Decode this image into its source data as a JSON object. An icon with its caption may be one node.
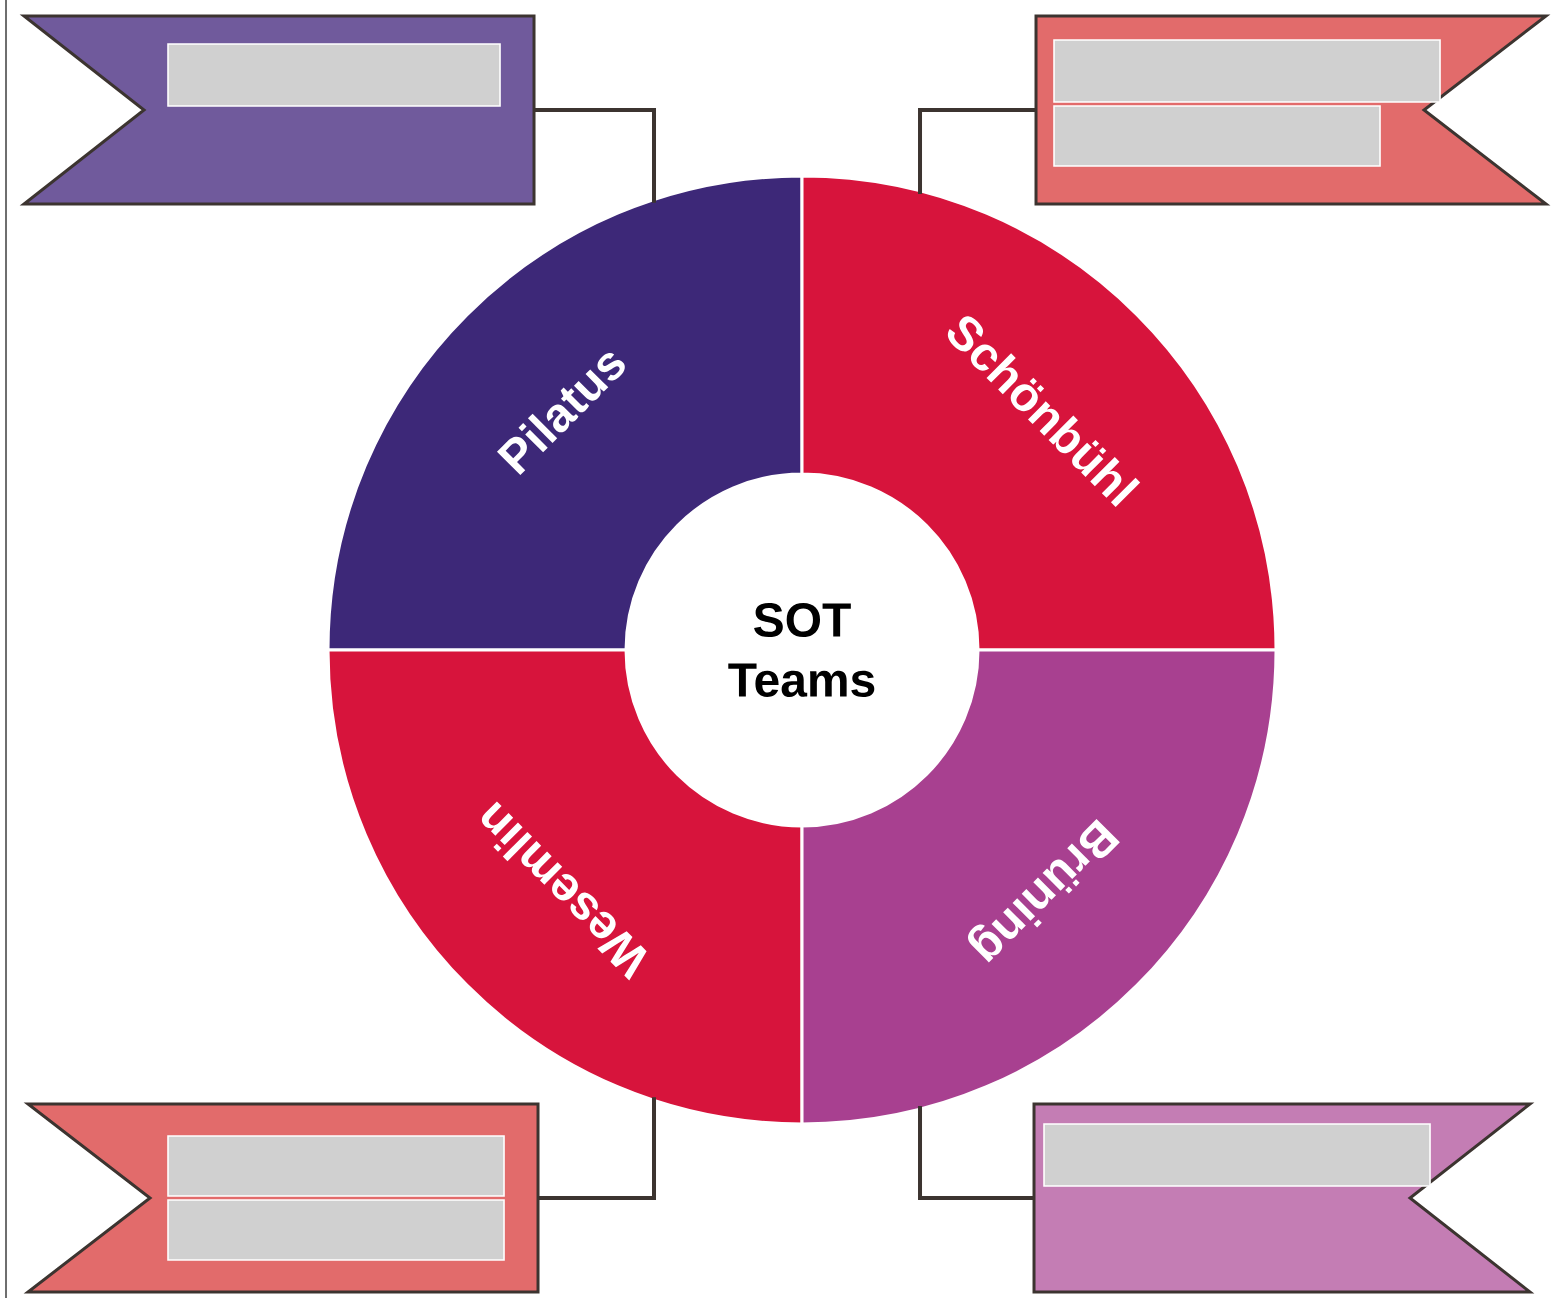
{
  "diagram": {
    "nodes": [
      {
        "text": [],
        "shape": "banner"
      },
      {
        "text": [],
        "shape": "banner"
      },
      {
        "text": [
          "Pilatus"
        ]
      },
      {
        "text": [
          "Schönbühl"
        ]
      },
      {
        "text": [
          "SOT Teams"
        ]
      },
      {
        "text": [
          "Wesemlin"
        ]
      },
      {
        "text": [
          "Brüning"
        ]
      },
      {
        "text": [],
        "shape": "banner"
      },
      {
        "text": [],
        "shape": "banner"
      }
    ],
    "edges": [
      {
        "from": 0,
        "to": 2,
        "arrow": "none"
      },
      {
        "from": 1,
        "to": 3,
        "arrow": "none"
      },
      {
        "from": 7,
        "to": 5,
        "arrow": "none"
      },
      {
        "from": 8,
        "to": 6,
        "arrow": "none"
      }
    ]
  }
}
